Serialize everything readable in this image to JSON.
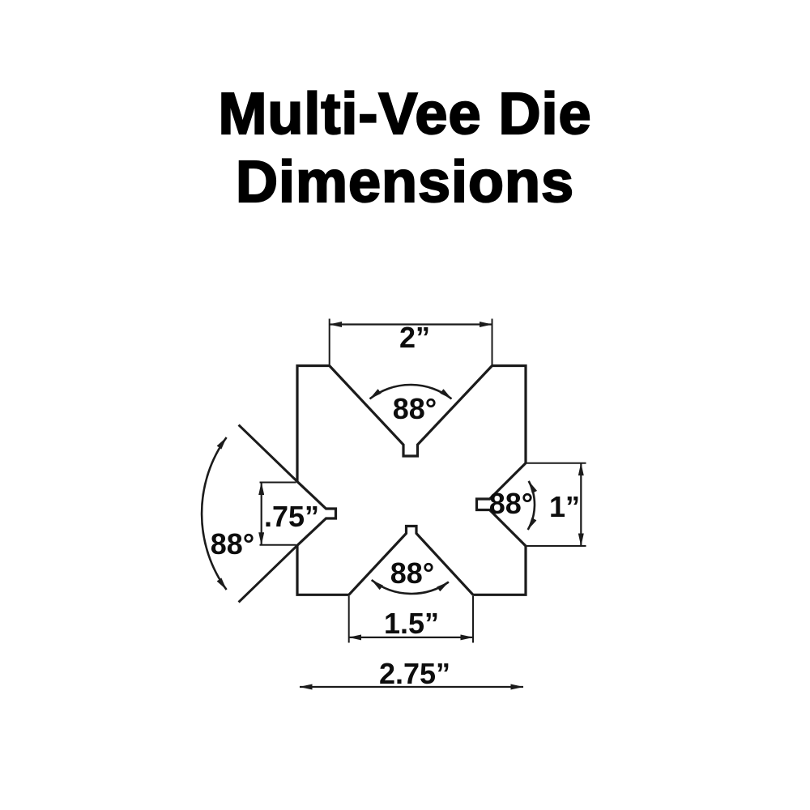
{
  "title": {
    "line1": "Multi-Vee Die",
    "line2": "Dimensions"
  },
  "diagram": {
    "type": "technical-drawing",
    "subject": "multi-vee die block, plan view with four V-grooves",
    "dims": {
      "top_vee_width": "2”",
      "right_vee_height": "1”",
      "left_vee_height": ".75”",
      "bottom_vee_width": "1.5”",
      "overall_width": "2.75”"
    },
    "angles": {
      "top_vee": "88°",
      "right_vee": "88°",
      "bottom_vee": "88°",
      "left_vee": "88°"
    }
  },
  "colors": {
    "background": "#ffffff",
    "line": "#1b1b1b",
    "text": "#000000"
  }
}
